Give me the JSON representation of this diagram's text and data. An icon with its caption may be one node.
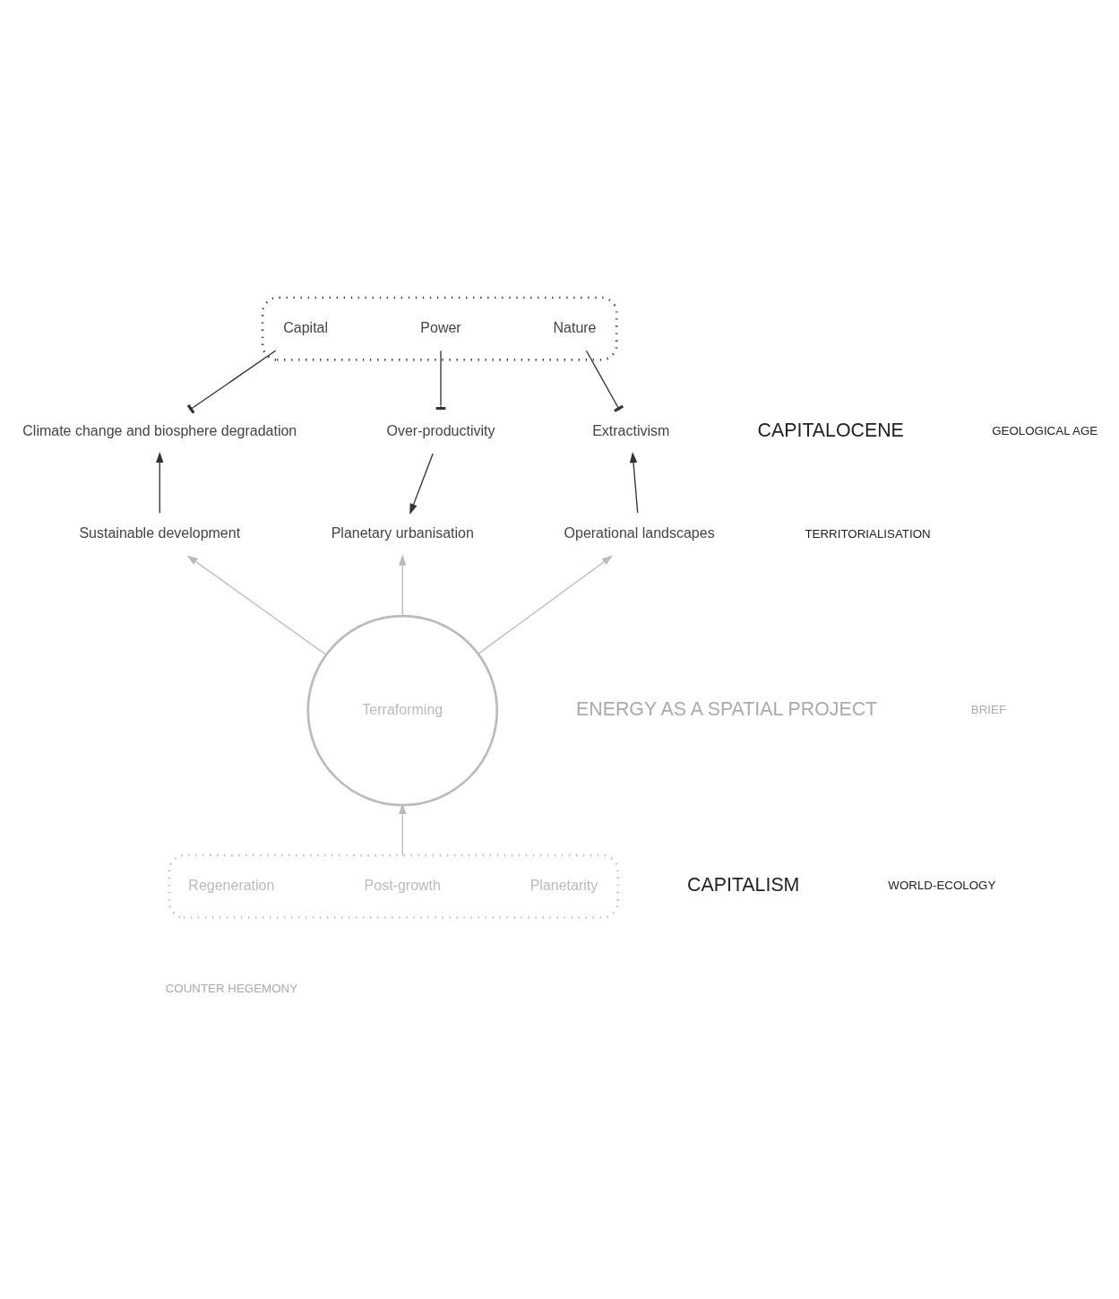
{
  "diagram": {
    "nodes": [
      {
        "text": [],
        "shape": "ellipse"
      },
      {
        "text": [
          "Capital"
        ],
        "in": 0
      },
      {
        "text": [
          "Power"
        ],
        "in": 0
      },
      {
        "text": [
          "Nature"
        ],
        "in": 0
      },
      {
        "text": [
          "Climate change and biosphere degradation"
        ]
      },
      {
        "text": [
          "Over-productivity"
        ]
      },
      {
        "text": [
          "Extractivism"
        ]
      },
      {
        "text": [
          "Sustainable development"
        ]
      },
      {
        "text": [
          "Planetary urbanisation"
        ]
      },
      {
        "text": [
          "Operational landscapes"
        ]
      },
      {
        "text": [
          "Terraforming"
        ]
      },
      {
        "text": [],
        "shape": "ellipse"
      },
      {
        "text": [
          "Planetarity"
        ],
        "in": 11
      },
      {
        "text": [
          "Post-growth"
        ],
        "in": 11
      },
      {
        "text": [
          "Regeneration"
        ],
        "in": 11
      }
    ],
    "edges": [
      {
        "from": 1,
        "to": 4,
        "arrow": "other"
      },
      {
        "from": 2,
        "to": 5,
        "arrow": "other"
      },
      {
        "from": 3,
        "to": 6,
        "arrow": "other"
      },
      {
        "from": 7,
        "to": 4,
        "arrow": "to"
      },
      {
        "from": 5,
        "to": 8,
        "arrow": "to"
      },
      {
        "from": 9,
        "to": 6,
        "arrow": "to"
      },
      {
        "from": 10,
        "to": 7,
        "arrow": "to",
        "color": "#bbbbbb"
      },
      {
        "from": 10,
        "to": 8,
        "arrow": "to",
        "color": "#bbbbbb"
      },
      {
        "from": 10,
        "to": 9,
        "arrow": "to",
        "color": "#bbbbbb"
      },
      {
        "from": 11,
        "to": 10,
        "arrow": "to",
        "color": "#bbbbbb"
      }
    ],
    "labels": [
      "CAPITALISM",
      "WORLD-ECOLOGY",
      "CAPITALOCENE",
      "GEOLOGICAL AGE",
      "TERRITORIALISATION",
      "ENERGY AS A SPATIAL PROJECT",
      "BRIEF",
      "COUNTER HEGEMONY"
    ]
  }
}
